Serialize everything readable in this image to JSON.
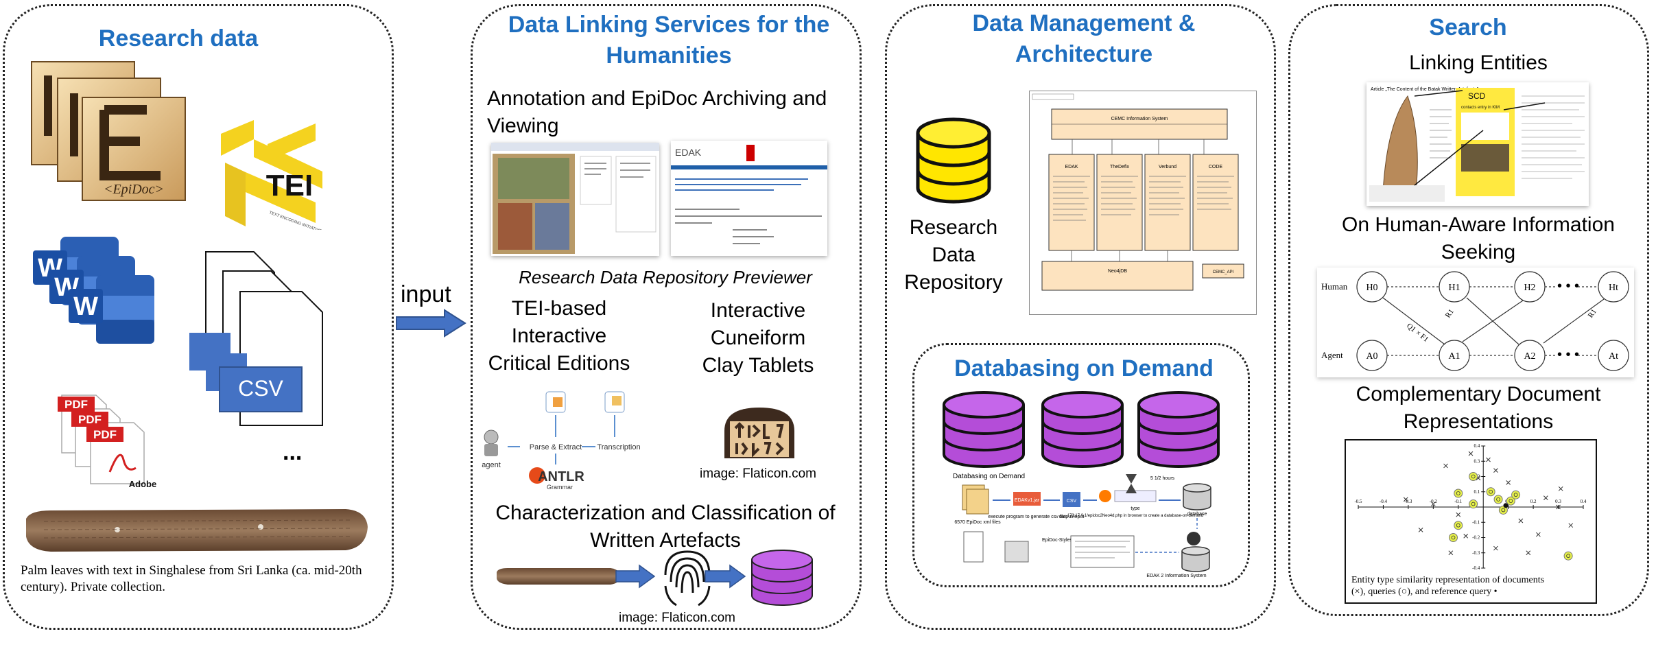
{
  "panels": {
    "research": {
      "title": "Research data",
      "epidoc_text": "<EpiDoc>",
      "tei_text": "TEI",
      "tei_subtext": "TEXT ENCODING INITIATIVE",
      "word_letter": "W",
      "csv_label": "CSV",
      "pdf_label": "PDF",
      "adobe_label": "Adobe",
      "ellipsis": "...",
      "caption": "Palm leaves with text in Singhalese from Sri Lanka (ca. mid-20th century). Private collection."
    },
    "input_label": "input",
    "linking": {
      "title": "Data Linking Services for the Humanities",
      "annotation_heading": "Annotation and EpiDoc Archiving and Viewing",
      "edak_label": "EDAK",
      "previewer_caption": "Research Data Repository Previewer",
      "tei_editions": "TEI-based Interactive Critical Editions",
      "cuneiform": "Interactive Cuneiform Clay Tablets",
      "parse_extract": "Parse & Extract",
      "transcription": "Transcription",
      "agent_label": "agent",
      "antlr_label": "ANTLR",
      "grammar_label": "Grammar",
      "flaticon_credit_1": "image: Flaticon.com",
      "characterization": "Characterization and Classification of Written Artefacts",
      "flaticon_credit_2": "image: Flaticon.com"
    },
    "management": {
      "title": "Data Management & Architecture",
      "repo_label": "Research Data Repository",
      "uml_title": "CEMC Information System",
      "uml_boxes": [
        "EDAK",
        "TheDefix",
        "Verbund",
        "CODE"
      ],
      "uml_bottom": "Neo4jDB",
      "uml_right": "CEMC_API",
      "dod_title": "Databasing on Demand",
      "dod_workflow_title": "Databasing on Demand",
      "dod_steps": [
        "6570 EpiDoc xml files",
        "execute program to generate csv file",
        "output/input",
        "type",
        "database"
      ],
      "dod_time": "5 1/2 hours",
      "dod_url": "172.17.0.1/epidoc2Neo4d.php in browser to create a database-on-demand",
      "dod_stylesheets": "EpiDoc-Stylesheets",
      "dod_edak_system": "EDAK 2 Information System",
      "dod_jar": "EDAKv1.jar",
      "dod_csv": "CSV"
    },
    "search": {
      "title": "Search",
      "linking_entities": "Linking Entities",
      "article_title": "Article „The Content of the Batak Written Artefacts”",
      "scd_label": "SCD",
      "scd_sub": "contacts entry in KIM",
      "human_aware": "On Human-Aware Information Seeking",
      "human_label": "Human",
      "agent_label": "Agent",
      "h_nodes": [
        "H0",
        "H1",
        "H2",
        "Ht"
      ],
      "a_nodes": [
        "A0",
        "A1",
        "A2",
        "At"
      ],
      "edge_labels": [
        "Q1 × F1",
        "R1",
        "R1"
      ],
      "complementary": "Complementary Document Representations",
      "plot_caption_1": "Entity type similarity representation of documents",
      "plot_caption_2": "(×), queries (○), and reference query •"
    }
  },
  "chart_data": {
    "type": "scatter",
    "xlim": [
      -0.5,
      0.4
    ],
    "ylim": [
      -0.4,
      0.4
    ],
    "x_ticks": [
      "-0.5",
      "-0.4",
      "-0.3",
      "-0.2",
      "-0.1",
      "0.1",
      "0.2",
      "0.3",
      "0.4"
    ],
    "y_ticks": [
      "0.4",
      "0.3",
      "0.2",
      "0.1",
      "-0.1",
      "-0.2",
      "-0.3",
      "-0.4"
    ],
    "series": [
      {
        "marker": "cross",
        "points": [
          [
            -0.05,
            0.35
          ],
          [
            0.02,
            0.31
          ],
          [
            -0.15,
            0.27
          ],
          [
            0.05,
            0.24
          ],
          [
            -0.02,
            0.19
          ],
          [
            0.1,
            0.16
          ],
          [
            -0.31,
            0.05
          ],
          [
            -0.2,
            0.02
          ],
          [
            0.25,
            0.06
          ],
          [
            0.3,
            0.0
          ],
          [
            -0.1,
            -0.05
          ],
          [
            0.15,
            -0.09
          ],
          [
            0.22,
            -0.18
          ],
          [
            -0.07,
            -0.19
          ],
          [
            0.05,
            -0.27
          ],
          [
            0.18,
            -0.3
          ],
          [
            -0.13,
            -0.3
          ],
          [
            0.31,
            0.12
          ],
          [
            0.35,
            -0.12
          ],
          [
            -0.25,
            -0.15
          ]
        ]
      },
      {
        "marker": "circle",
        "points": [
          [
            -0.04,
            0.2
          ],
          [
            -0.1,
            0.09
          ],
          [
            0.03,
            0.1
          ],
          [
            0.06,
            0.05
          ],
          [
            0.11,
            0.04
          ],
          [
            0.13,
            0.08
          ],
          [
            -0.04,
            0.02
          ],
          [
            0.08,
            -0.02
          ],
          [
            -0.12,
            -0.2
          ],
          [
            -0.1,
            -0.12
          ],
          [
            0.34,
            -0.32
          ]
        ]
      },
      {
        "marker": "reference",
        "points": [
          [
            0.09,
            0.01
          ]
        ]
      }
    ]
  }
}
